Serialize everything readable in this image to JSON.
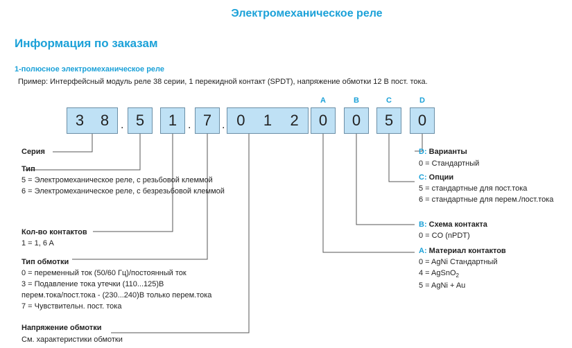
{
  "header": {
    "title": "Электромеханическое реле",
    "section": "Информация по заказам",
    "subtitle": "1-полюсное электромеханическое реле",
    "example": "Пример: Интерфейсный модуль реле 38 серии, 1 перекидной контакт (SPDT), напряжение обмотки 12 В пост. тока."
  },
  "code": {
    "series": [
      "3",
      "8"
    ],
    "type": [
      "5"
    ],
    "contacts": [
      "1"
    ],
    "coil_type": [
      "7"
    ],
    "voltage": [
      "0",
      "1",
      "2"
    ],
    "a": "0",
    "b": "0",
    "c": "5",
    "d": "0",
    "dot": ".",
    "letters": {
      "a": "A",
      "b": "B",
      "c": "C",
      "d": "D"
    }
  },
  "left": {
    "series": {
      "label": "Серия"
    },
    "type": {
      "label": "Тип",
      "lines": [
        "5 = Электромеханическое реле, с резьбовой клеммой",
        "6 = Электромеханическое реле, с безрезьбовой клеммой"
      ]
    },
    "contacts": {
      "label": "Кол-во контактов",
      "lines": [
        "1 = 1, 6 A"
      ]
    },
    "coil_type": {
      "label": "Тип обмотки",
      "lines": [
        "0 = переменный ток (50/60 Гц)/постоянный ток",
        "3 = Подавление тока утечки (110...125)В",
        "перем.тока/пост.тока - (230...240)В только перем.тока",
        "7 = Чувствительн. пост. тока"
      ]
    },
    "voltage": {
      "label": "Напряжение обмотки",
      "lines": [
        "См. характеристики обмотки"
      ]
    }
  },
  "right": {
    "d": {
      "prefix": "D:",
      "label": "Варианты",
      "lines": [
        "0 = Стандартный"
      ]
    },
    "c": {
      "prefix": "C:",
      "label": "Опции",
      "lines": [
        "5 = стандартные для пост.тока",
        "6 = стандартные для перем./пост.тока"
      ]
    },
    "b": {
      "prefix": "B:",
      "label": "Схема контакта",
      "lines": [
        "0 = CO (nPDT)"
      ]
    },
    "a": {
      "prefix": "A:",
      "label": "Материал контактов",
      "lines": [
        "0 = AgNi Стандартный",
        "4 = AgSnO",
        "2",
        "5 = AgNi + Au"
      ]
    }
  },
  "colors": {
    "accent": "#1ba1d8",
    "box_fill": "#bfe1f5",
    "box_border": "#6a8ea6",
    "line": "#555555"
  }
}
